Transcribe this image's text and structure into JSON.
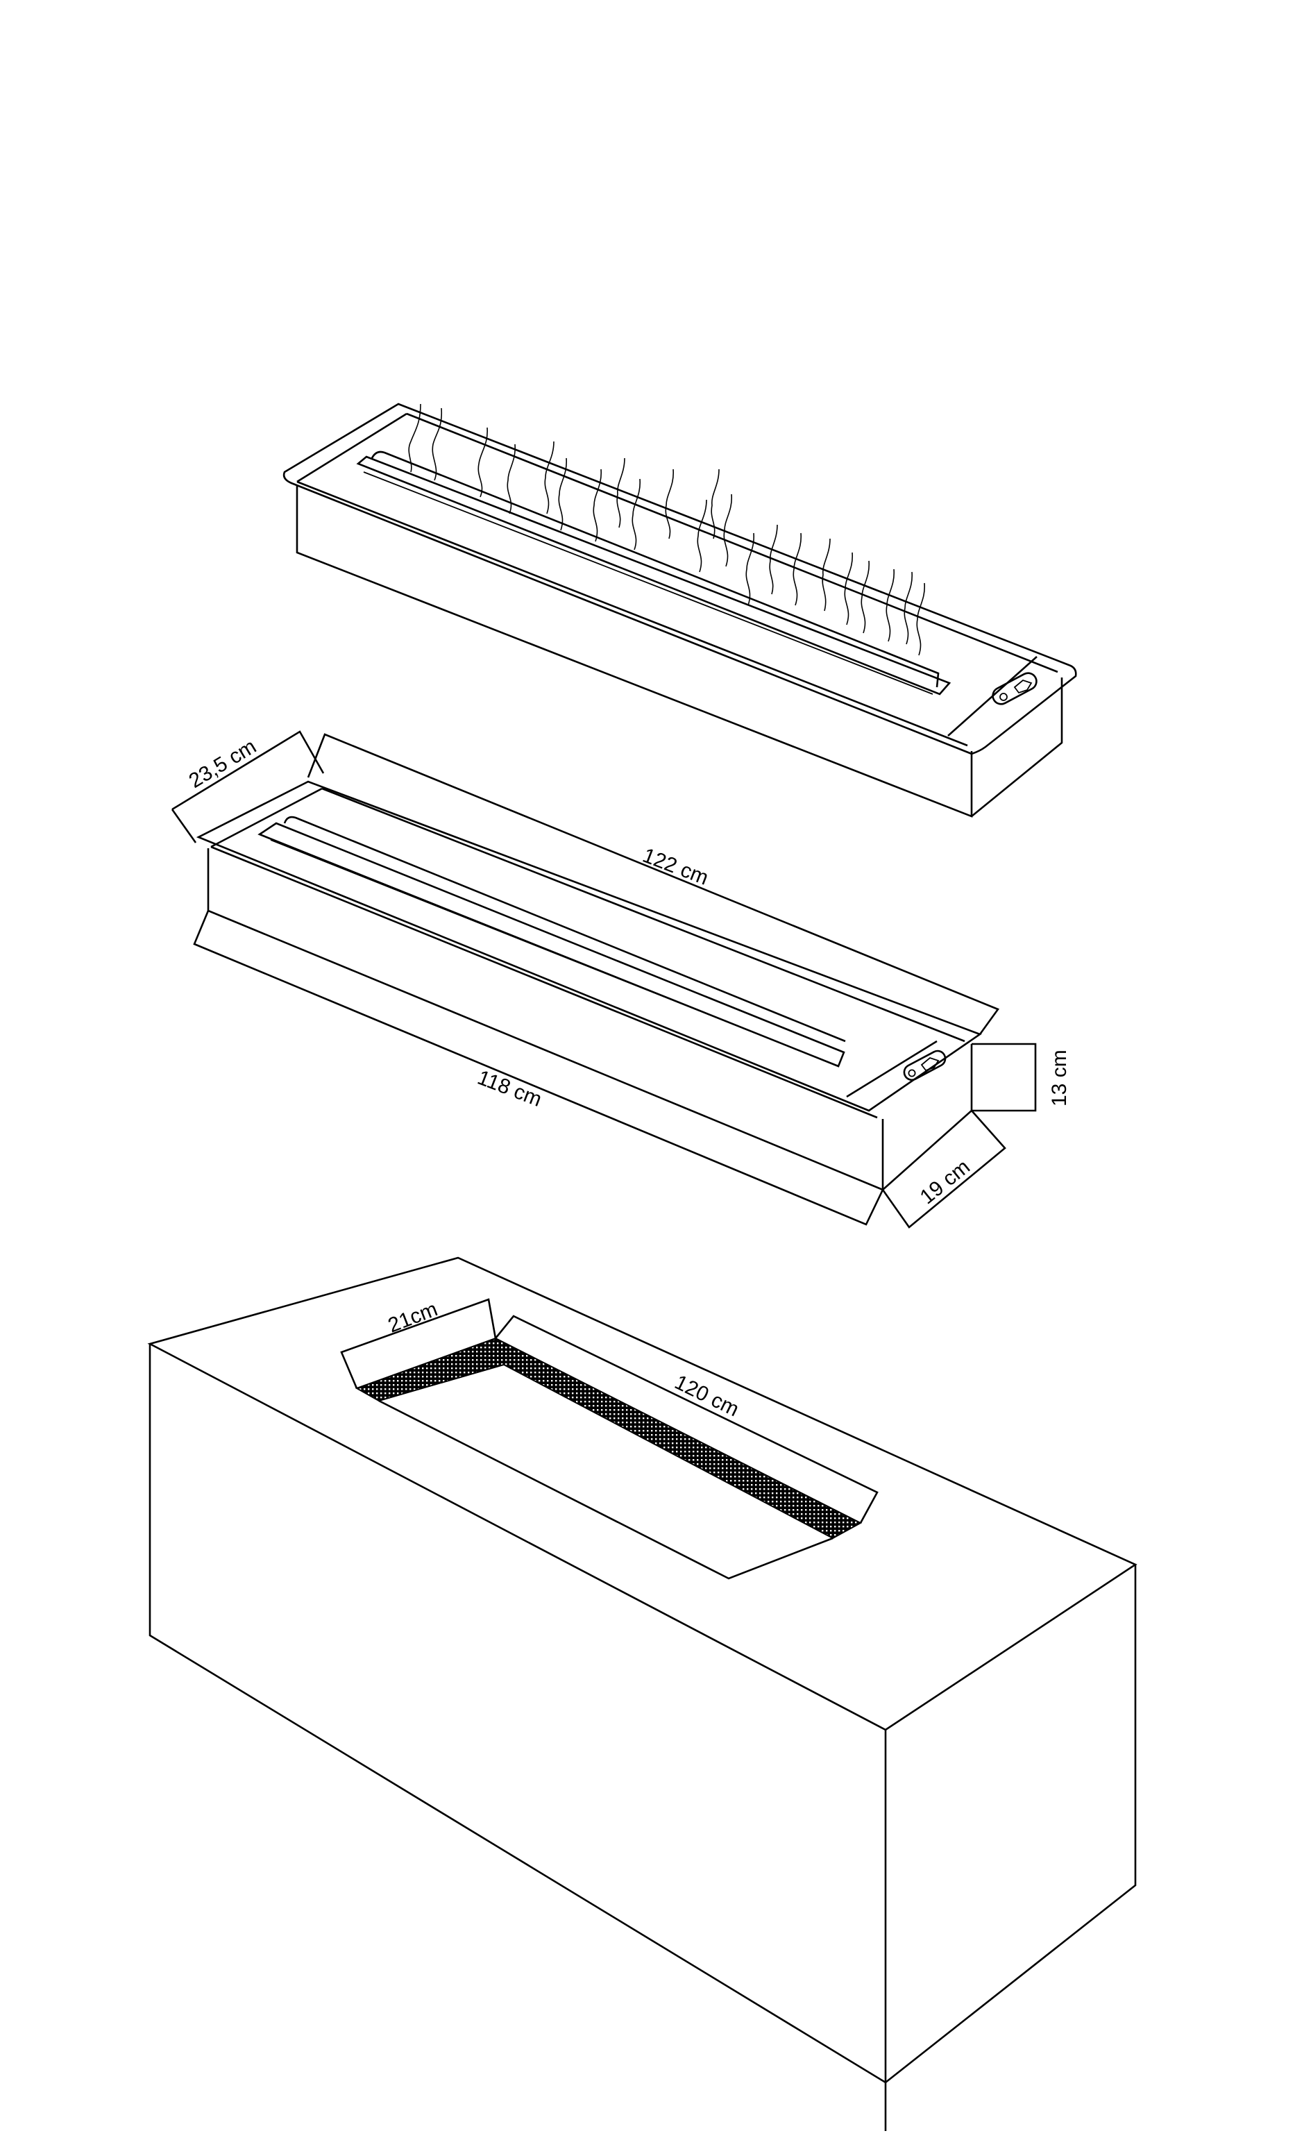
{
  "figure": {
    "background": "#ffffff",
    "line_color": "#000000",
    "views": [
      {
        "id": "burner-with-flames",
        "description": "Burner insert with flames, isometric view"
      },
      {
        "id": "burner-dimensioned",
        "description": "Burner insert with dimension lines"
      },
      {
        "id": "cutout-block",
        "description": "Enclosure block with rectangular cutout"
      }
    ]
  },
  "dimensions": {
    "burner_top_width": "23,5 cm",
    "burner_top_length": "122 cm",
    "burner_body_length": "118 cm",
    "burner_height": "13 cm",
    "burner_body_width": "19 cm",
    "cutout_width": "21cm",
    "cutout_length": "120 cm"
  }
}
